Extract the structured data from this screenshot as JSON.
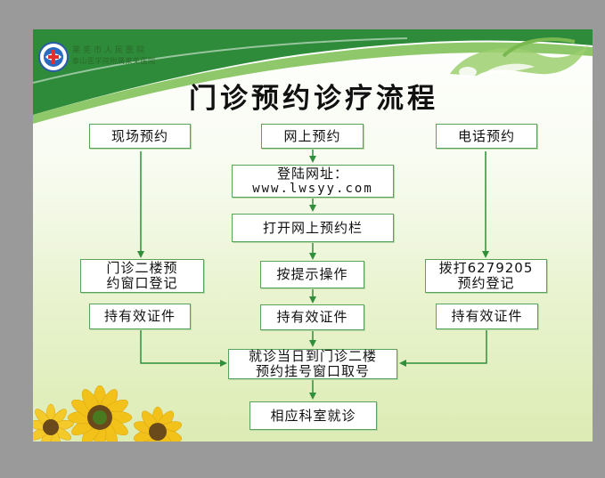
{
  "header": {
    "hospital_name": "莱芜市人民医院",
    "hospital_sub": "泰山医学院附属莱芜医院",
    "title": "门诊预约诊疗流程"
  },
  "colors": {
    "band_green": "#2e8b3a",
    "light_green": "#8fc86a",
    "arrow_green": "#2f8f3a",
    "box_border": "#5aa35a"
  },
  "flow": {
    "onsite": "现场预约",
    "online": "网上预约",
    "phone": "电话预约",
    "login_line1": "登陆网址：",
    "login_line2": "www.lwsyy.com",
    "open_online": "打开网上预约栏",
    "window_line1": "门诊二楼预",
    "window_line2": "约窗口登记",
    "follow_prompt": "按提示操作",
    "dial_line1": "拨打6279205",
    "dial_line2": "预约登记",
    "id_left": "持有效证件",
    "id_middle": "持有效证件",
    "id_right": "持有效证件",
    "pickup_line1": "就诊当日到门诊二楼",
    "pickup_line2": "预约挂号窗口取号",
    "visit": "相应科室就诊"
  }
}
